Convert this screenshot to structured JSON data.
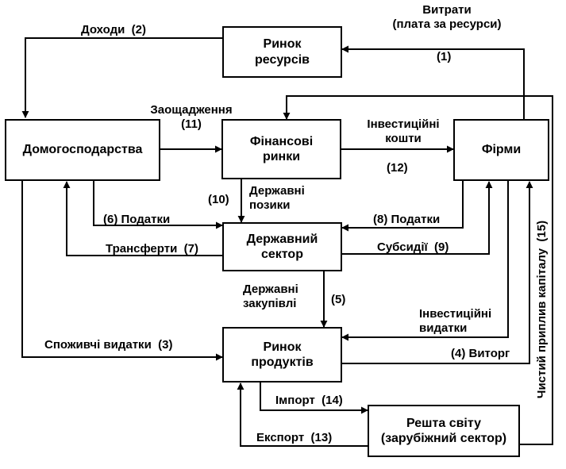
{
  "boxes": {
    "resources_market": "Ринок\nресурсів",
    "households": "Домогосподарства",
    "financial_markets": "Фінансові\nринки",
    "firms": "Фірми",
    "government": "Державний\nсектор",
    "products_market": "Ринок\nпродуктів",
    "rest_of_world": "Решта світу\n(зарубіжний сектор)"
  },
  "flows": {
    "expenses": "Витрати\n(плата за ресурси)",
    "expenses_num": "(1)",
    "income": "Доходи  (2)",
    "savings": "Заощадження\n(11)",
    "investment_funds": "Інвестиційні\nкошти",
    "investment_funds_num": "(12)",
    "gov_loans_num": "(10)",
    "gov_loans": "Державні\nпозики",
    "taxes_households": "(6) Податки",
    "taxes_firms": "(8) Податки",
    "transfers": "Трансферти  (7)",
    "subsidies": "Субсидії  (9)",
    "gov_purchases": "Державні\nзакупівлі",
    "gov_purchases_num": "(5)",
    "investment_spending": "Інвестиційні\nвидатки",
    "consumer_spending": "Споживчі видатки  (3)",
    "revenue": "(4) Виторг",
    "imports": "Імпорт  (14)",
    "exports": "Експорт  (13)",
    "net_capital_inflow": "Чистий приплив капіталу  (15)"
  }
}
